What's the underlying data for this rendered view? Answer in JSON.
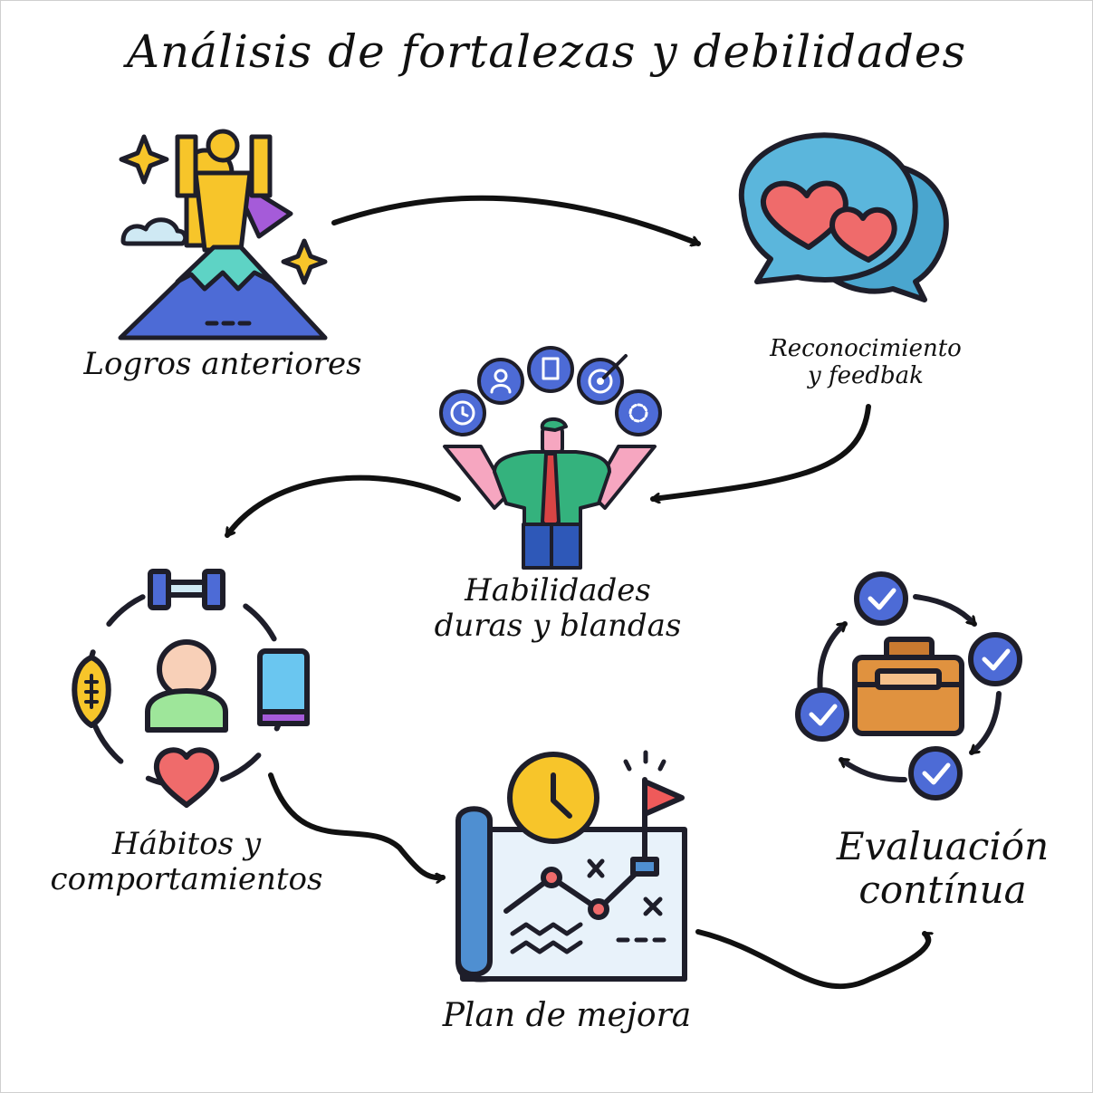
{
  "title": "Análisis de fortalezas y debilidades",
  "nodes": {
    "logros": "Logros anteriores",
    "reconocimiento_l1": "Reconocimiento",
    "reconocimiento_l2": "y feedbak",
    "habilidades_l1": "Habilidades",
    "habilidades_l2": "duras y blandas",
    "habitos_l1": "Hábitos y",
    "habitos_l2": "comportamientos",
    "plan": "Plan de mejora",
    "evaluacion_l1": "Evaluación",
    "evaluacion_l2": "contínua"
  },
  "icons": {
    "logros": "mountain-summit-icon",
    "reconocimiento": "hearts-speech-bubble-icon",
    "habilidades": "juggling-skills-person-icon",
    "habitos": "habits-cycle-icon",
    "plan": "strategy-map-icon",
    "evaluacion": "checklist-briefcase-cycle-icon"
  },
  "colors": {
    "outline": "#1e1e2a",
    "blue": "#4d6bd6",
    "teal": "#5ed3c5",
    "yellow": "#f7c52a",
    "purple": "#a55bd9",
    "speech": "#5bb6dc",
    "heart": "#ef6b6b",
    "shirt": "#34b27d",
    "tie": "#d94444",
    "skin": "#f6a6c0",
    "brown": "#d88a3a"
  }
}
